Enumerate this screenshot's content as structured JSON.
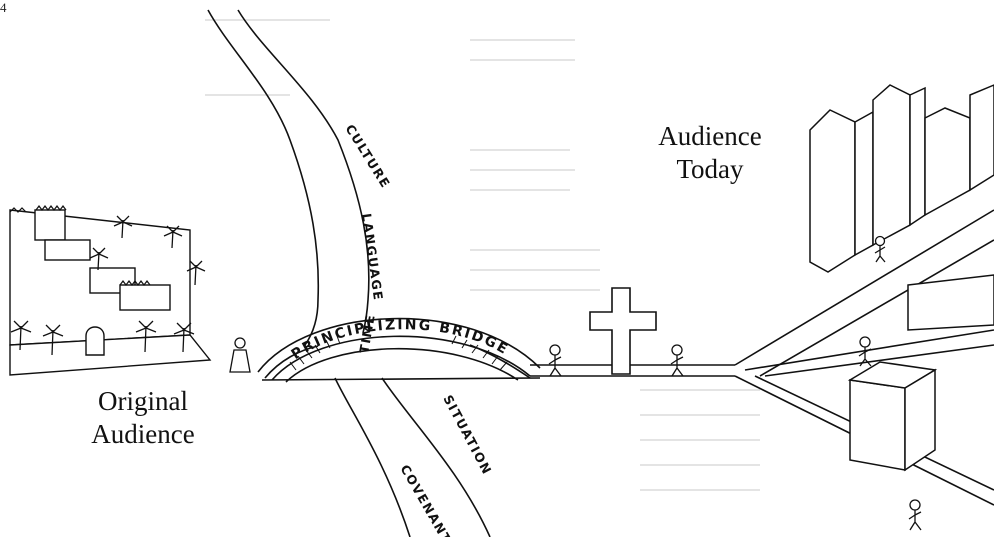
{
  "page_number": "4",
  "captions": {
    "original_audience": [
      "Original",
      "Audience"
    ],
    "audience_today": [
      "Audience",
      "Today"
    ]
  },
  "river_labels": [
    "CULTURE",
    "LANGUAGE",
    "TIME",
    "SITUATION",
    "COVENANT"
  ],
  "bridge_label": "PRINCIPLIZING BRIDGE"
}
